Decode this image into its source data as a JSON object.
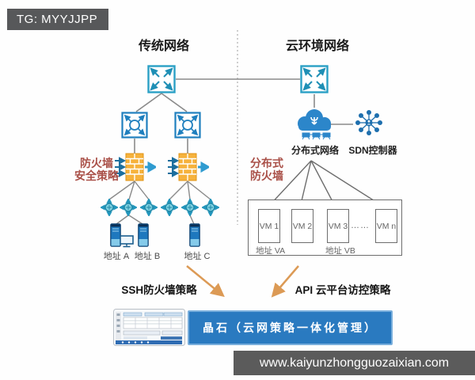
{
  "watermark_tg": "TG: MYYJJPP",
  "watermark_site": "www.kaiyunzhongguozaixian.com",
  "headers": {
    "traditional": "传统网络",
    "cloud": "云环境网络"
  },
  "traditional": {
    "firewall_policy_line1": "防火墙",
    "firewall_policy_line2": "安全策略",
    "host_a": "地址 A",
    "host_b": "地址 B",
    "host_c": "地址 C"
  },
  "cloud": {
    "distributed_network_label": "分布式网络",
    "sdn_controller_label": "SDN控制器",
    "distributed_firewall_line1": "分布式",
    "distributed_firewall_line2": "防火墙",
    "vms": [
      "VM 1",
      "VM 2",
      "VM 3",
      "VM n"
    ],
    "vm_ellipsis": "……",
    "addr_va": "地址 VA",
    "addr_vb": "地址 VB"
  },
  "bottom": {
    "ssh_policy_label": "SSH防火墙策略",
    "api_policy_label": "API 云平台访控策略",
    "banner_text": "晶石（云网策略一体化管理）"
  },
  "icons": {
    "router": "router-icon",
    "l3_switch": "layer3-switch-icon",
    "firewall": "firewall-icon",
    "access_switch": "switch-icon",
    "server": "server-icon",
    "cloud": "cloud-network-icon",
    "sdn": "sdn-controller-icon"
  },
  "colors": {
    "router_teal": "#2aa0c5",
    "switch_blue": "#1f7fbe",
    "access_cyan": "#2396bc",
    "firewall_orange": "#f6b23c",
    "red_label": "#a94f47",
    "orange_arrow": "#dc9a55",
    "banner_blue": "#2a7ac0",
    "watermark_gray": "#58595b",
    "line_gray": "#8a8a8a"
  }
}
